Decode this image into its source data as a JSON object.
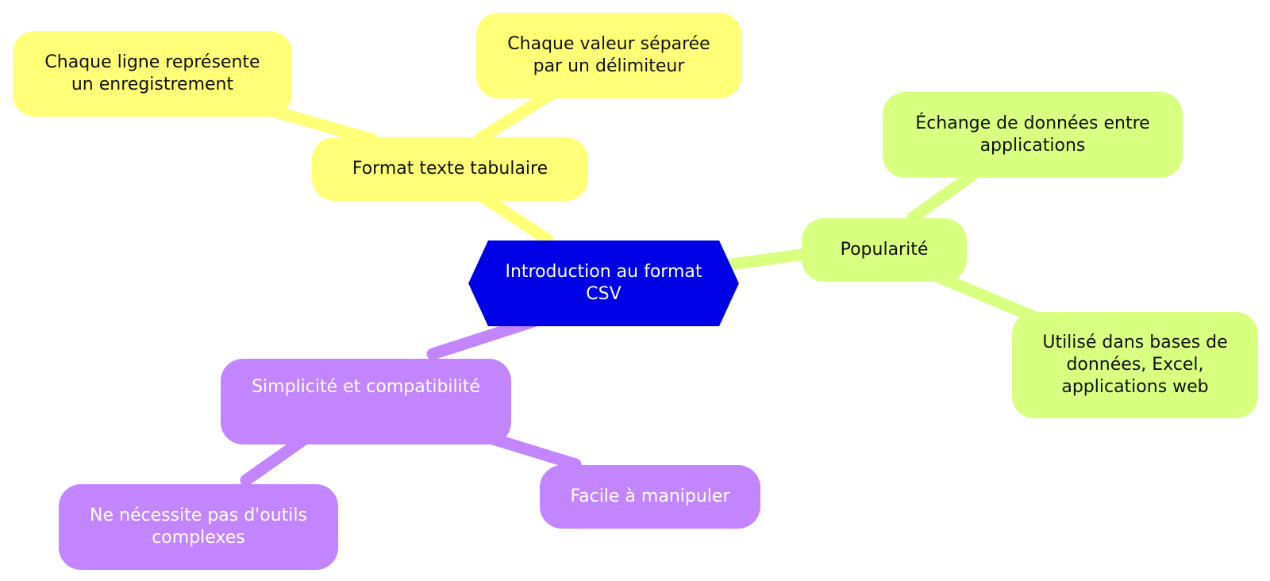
{
  "colors": {
    "root_fill": "#0000e6",
    "branch_yellow": "#ffff78",
    "branch_green": "#d9ff80",
    "branch_purple": "#c385fe",
    "text_dark": "#111111",
    "text_light": "#ffffff"
  },
  "mindmap": {
    "root": {
      "label_line1": "Introduction au format",
      "label_line2": "CSV"
    },
    "branches": {
      "format": {
        "label": "Format texte tabulaire",
        "children": {
          "ligne": {
            "line1": "Chaque ligne représente",
            "line2": "un enregistrement"
          },
          "valeur": {
            "line1": "Chaque valeur séparée",
            "line2": "par un délimiteur"
          }
        }
      },
      "popularite": {
        "label": "Popularité",
        "children": {
          "echange": {
            "line1": "Échange de données entre",
            "line2": "applications"
          },
          "utilise": {
            "line1": "Utilisé dans bases de",
            "line2": "données, Excel,",
            "line3": "applications web"
          }
        }
      },
      "simplicite": {
        "label": "Simplicité et compatibilité",
        "children": {
          "outils": {
            "line1": "Ne nécessite pas d'outils",
            "line2": "complexes"
          },
          "facile": {
            "label": "Facile à manipuler"
          }
        }
      }
    }
  }
}
